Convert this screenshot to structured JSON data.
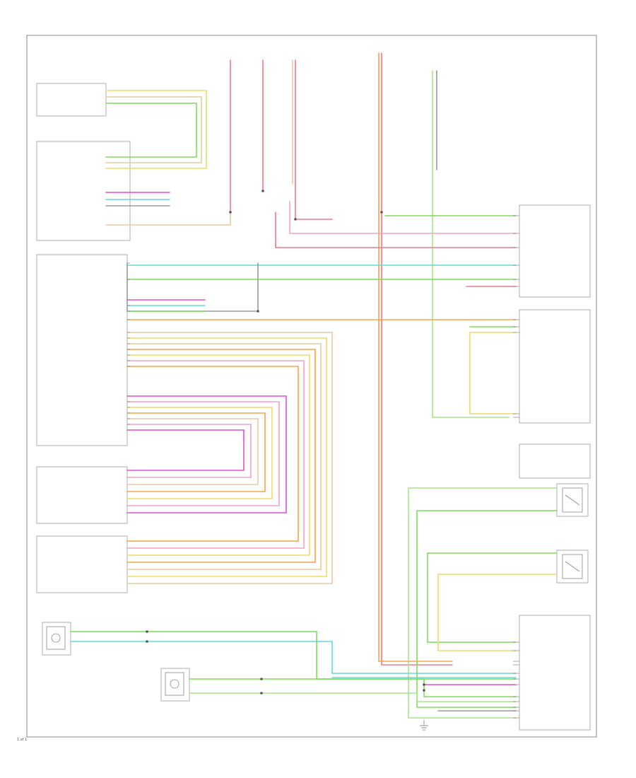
{
  "page": {
    "page_label": "1 of 1"
  },
  "colors": {
    "red": "#f07a8a",
    "pink": "#f4a2c4",
    "magenta": "#e24fd1",
    "orange": "#f7a54a",
    "yellow": "#eedb6a",
    "tan": "#e6caa0",
    "green": "#7fdc5b",
    "lightgreen": "#a8e48e",
    "cyan": "#64d8d8",
    "blue": "#8fb6e9",
    "violet": "#b78de0",
    "gray": "#9a9a9a",
    "white": "#dcdcdc"
  },
  "components": [
    {
      "id": "steering-control-switch",
      "label": ""
    },
    {
      "id": "steering-control-module",
      "label": ""
    },
    {
      "id": "pedal-position-sensor",
      "label": ""
    },
    {
      "id": "accelerator-pedal-sensor",
      "label": ""
    },
    {
      "id": "front-sensor-left",
      "label": ""
    },
    {
      "id": "front-sensor-right",
      "label": ""
    },
    {
      "id": "engine-control-module",
      "label": ""
    },
    {
      "id": "brake-switch",
      "label": ""
    }
  ]
}
